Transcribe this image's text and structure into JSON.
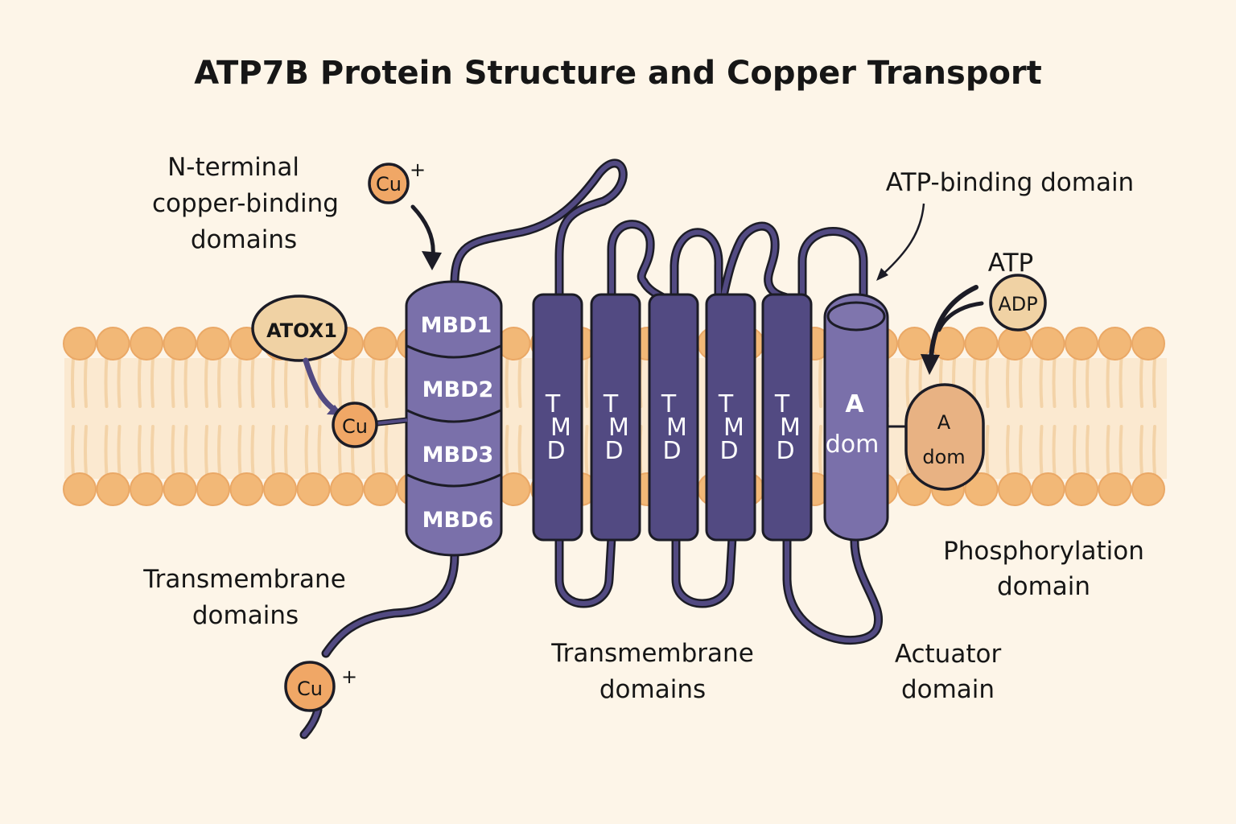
{
  "title": "ATP7B Protein Structure and Copper Transport",
  "colors": {
    "background": "#fdf5e8",
    "membrane_head": "#f2b877",
    "membrane_tail": "#f3d3a8",
    "protein_dark": "#524a82",
    "protein_light": "#7a70aa",
    "copper": "#f0a766",
    "atox1": "#f0d2a4",
    "outline": "#1c1c26"
  },
  "labels": {
    "n_terminal": [
      "N-terminal",
      "copper-binding",
      "domains"
    ],
    "atp_binding": "ATP-binding domain",
    "atp": "ATP",
    "transmembrane_left": [
      "Transmembrane",
      "domains"
    ],
    "transmembrane_bottom": [
      "Transmembrane",
      "domains"
    ],
    "phosphorylation": [
      "Phosphorylation",
      "domain"
    ],
    "actuator": [
      "Actuator",
      "domain"
    ]
  },
  "molecules": {
    "cu_top": {
      "text": "Cu",
      "charge": "+"
    },
    "cu_mid": {
      "text": "Cu"
    },
    "cu_bottom": {
      "text": "Cu",
      "charge": "+"
    },
    "atox1": "ATOX1",
    "adp": "ADP"
  },
  "mbd_stack": [
    "MBD1",
    "MBD2",
    "MBD3",
    "MBD6"
  ],
  "tmd_helices": [
    {
      "letters": [
        "T",
        "M",
        "D"
      ]
    },
    {
      "letters": [
        "T",
        "M",
        "D"
      ]
    },
    {
      "letters": [
        "T",
        "M",
        "D"
      ]
    },
    {
      "letters": [
        "T",
        "M",
        "D"
      ]
    },
    {
      "letters": [
        "T",
        "M",
        "D"
      ]
    }
  ],
  "a_dom_cylinder": [
    "A",
    "dom"
  ],
  "a_dom_blob": [
    "A",
    "dom"
  ]
}
